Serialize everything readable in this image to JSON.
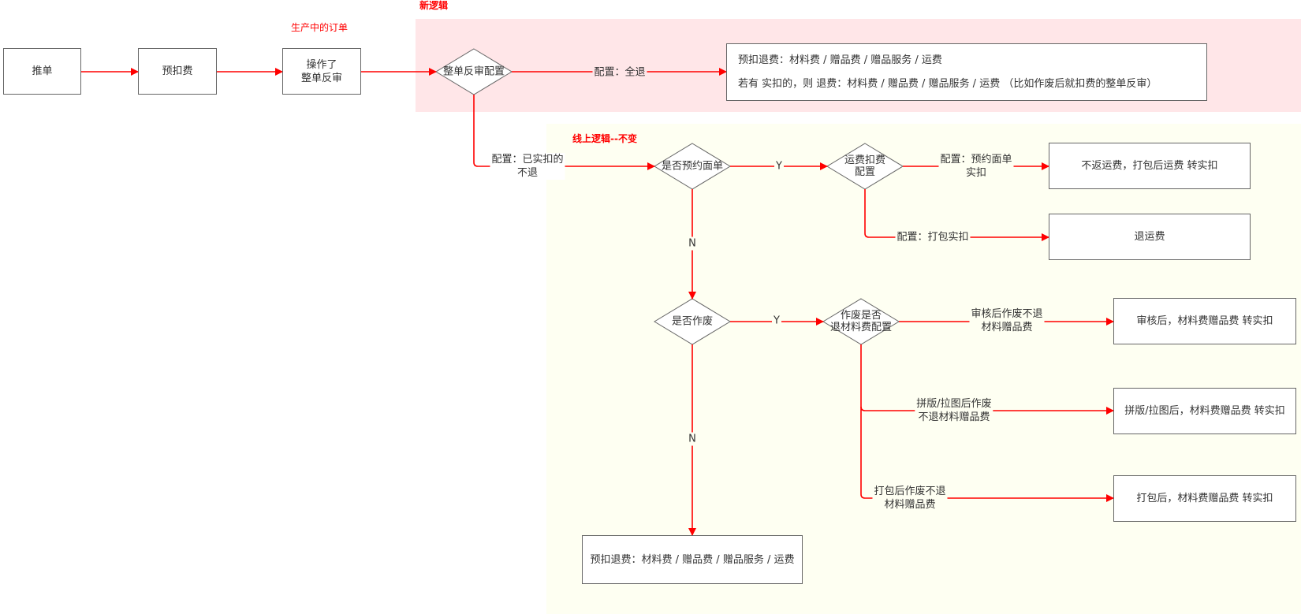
{
  "colors": {
    "arrow": "#ff0000",
    "new_logic_bg": "#ffe6e8",
    "online_logic_bg": "#fefff2",
    "shape_border": "#666666"
  },
  "regions": {
    "new_logic_title": "新逻辑",
    "online_logic_title": "线上逻辑--不变",
    "in_production_note": "生产中的订单"
  },
  "nodes": {
    "push_order": "推单",
    "pre_deduct": "预扣费",
    "operated": "操作了\n整单反审",
    "config_decision": "整单反审配置",
    "full_refund_box": {
      "line1": "预扣退费：材料费 / 赠品费 / 赠品服务 / 运费",
      "line2": "若有 实扣的，则 退费：材料费 / 赠品费 / 赠品服务 / 运费      （比如作废后就扣费的整单反审）"
    },
    "is_waybill": "是否预约面单",
    "shipping_config": "运费扣费\n配置",
    "no_refund_shipping": "不返运费，打包后运费 转实扣",
    "refund_shipping": "退运费",
    "is_void": "是否作废",
    "void_config": "作废是否\n退材料费配置",
    "after_review_box": "审核后，材料费赠品费 转实扣",
    "after_imposition_box": "拼版/拉图后，材料费赠品费 转实扣",
    "after_packing_box": "打包后，材料费赠品费 转实扣",
    "final_refund_box": "预扣退费：材料费 / 赠品费 / 赠品服务 / 运费"
  },
  "edge_labels": {
    "full_refund": "配置：全退",
    "actual_no_refund": "配置：已实扣的\n不退",
    "y1": "Y",
    "n1": "N",
    "waybill_actual": "配置：预约面单\n实扣",
    "packing_actual": "配置：打包实扣",
    "y2": "Y",
    "n2": "N",
    "review_void": "审核后作废不退\n材料赠品费",
    "imposition_void": "拼版/拉图后作废\n不退材料赠品费",
    "packing_void": "打包后作废不退\n材料赠品费"
  }
}
